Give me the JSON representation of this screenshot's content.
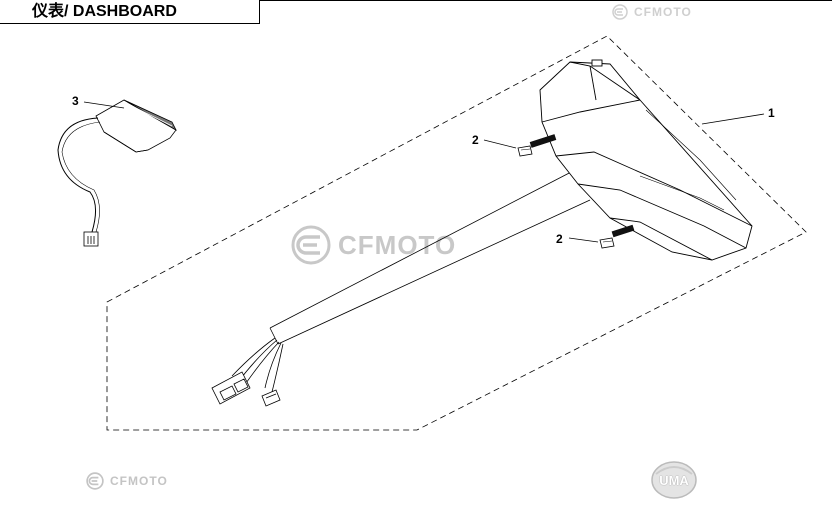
{
  "header": {
    "title": "仪表/ DASHBOARD"
  },
  "watermarks": {
    "brand": "CFMOTO",
    "badge": "UMA"
  },
  "callouts": {
    "part1": "1",
    "part2a": "2",
    "part2b": "2",
    "part3": "3"
  },
  "colors": {
    "line": "#000000",
    "watermark": "#c8c8c8",
    "background": "#ffffff"
  }
}
